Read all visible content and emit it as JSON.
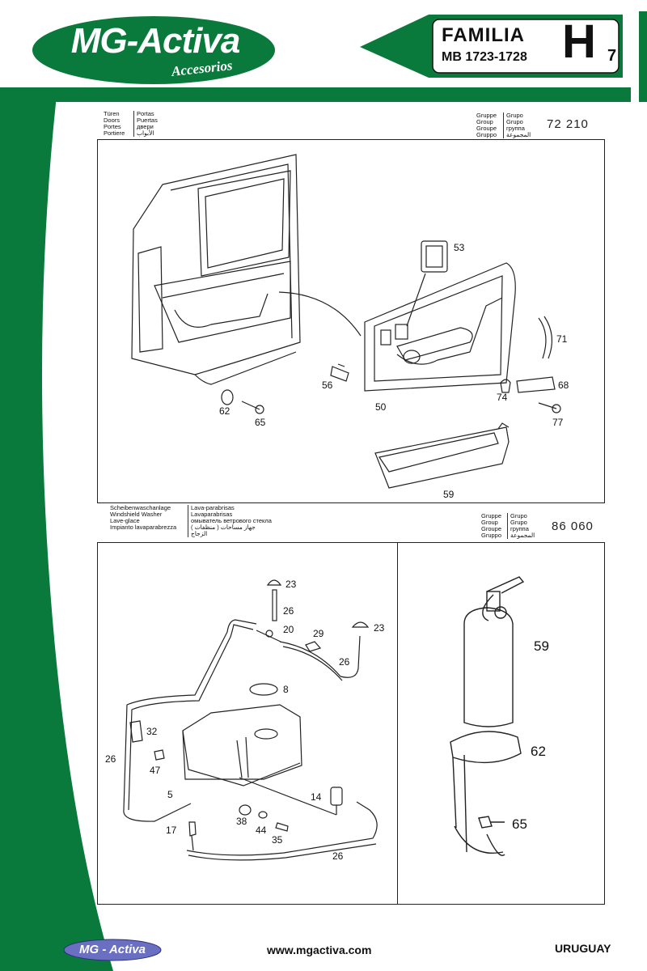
{
  "brand": {
    "logo": "MG-Activa",
    "logo_sub": "Accesorios",
    "footer_logo": "MG - Activa",
    "colors": {
      "green": "#0a7a3c",
      "white": "#ffffff",
      "black": "#111111"
    }
  },
  "header": {
    "familia": "FAMILIA",
    "model": "MB 1723-1728",
    "letter": "H",
    "number": "7"
  },
  "section1": {
    "lang_labels": [
      "Türen",
      "Doors",
      "Portes",
      "Portiere"
    ],
    "lang_values": [
      "Portas",
      "Puertas",
      "двери",
      "الأبواب"
    ],
    "group_labels": [
      "Gruppe",
      "Group",
      "Groupe",
      "Gruppo"
    ],
    "group_values": [
      "Grupo",
      "Grupo",
      "группа",
      "المجموعة"
    ],
    "group_number": "72 210",
    "parts": {
      "p53": "53",
      "p71": "71",
      "p56": "56",
      "p50": "50",
      "p74": "74",
      "p68": "68",
      "p62": "62",
      "p65": "65",
      "p77": "77",
      "p59": "59"
    }
  },
  "section2": {
    "lang_labels": [
      "Scheibenwaschanlage",
      "Windshield Washer",
      "Lave-glace",
      "Impianto lavaparabrezza"
    ],
    "lang_values": [
      "Lava-parabrisas",
      "Lavaparabrisas",
      "омыватель ветрового стекла",
      "جهاز مساحات ( منظفات )",
      "الزجاج"
    ],
    "group_labels": [
      "Gruppe",
      "Group",
      "Groupe",
      "Gruppo"
    ],
    "group_values": [
      "Grupo",
      "Grupo",
      "группа",
      "المجموعة"
    ],
    "group_number": "86 060",
    "parts": {
      "p23a": "23",
      "p26a": "26",
      "p20": "20",
      "p29": "29",
      "p23b": "23",
      "p26b": "26",
      "p8": "8",
      "p32": "32",
      "p26c": "26",
      "p47": "47",
      "p5": "5",
      "p14": "14",
      "p17": "17",
      "p38": "38",
      "p44": "44",
      "p35": "35",
      "p26d": "26"
    },
    "extinguisher_parts": {
      "p59": "59",
      "p62": "62",
      "p65": "65"
    }
  },
  "footer": {
    "url": "www.mgactiva.com",
    "country": "URUGUAY"
  }
}
